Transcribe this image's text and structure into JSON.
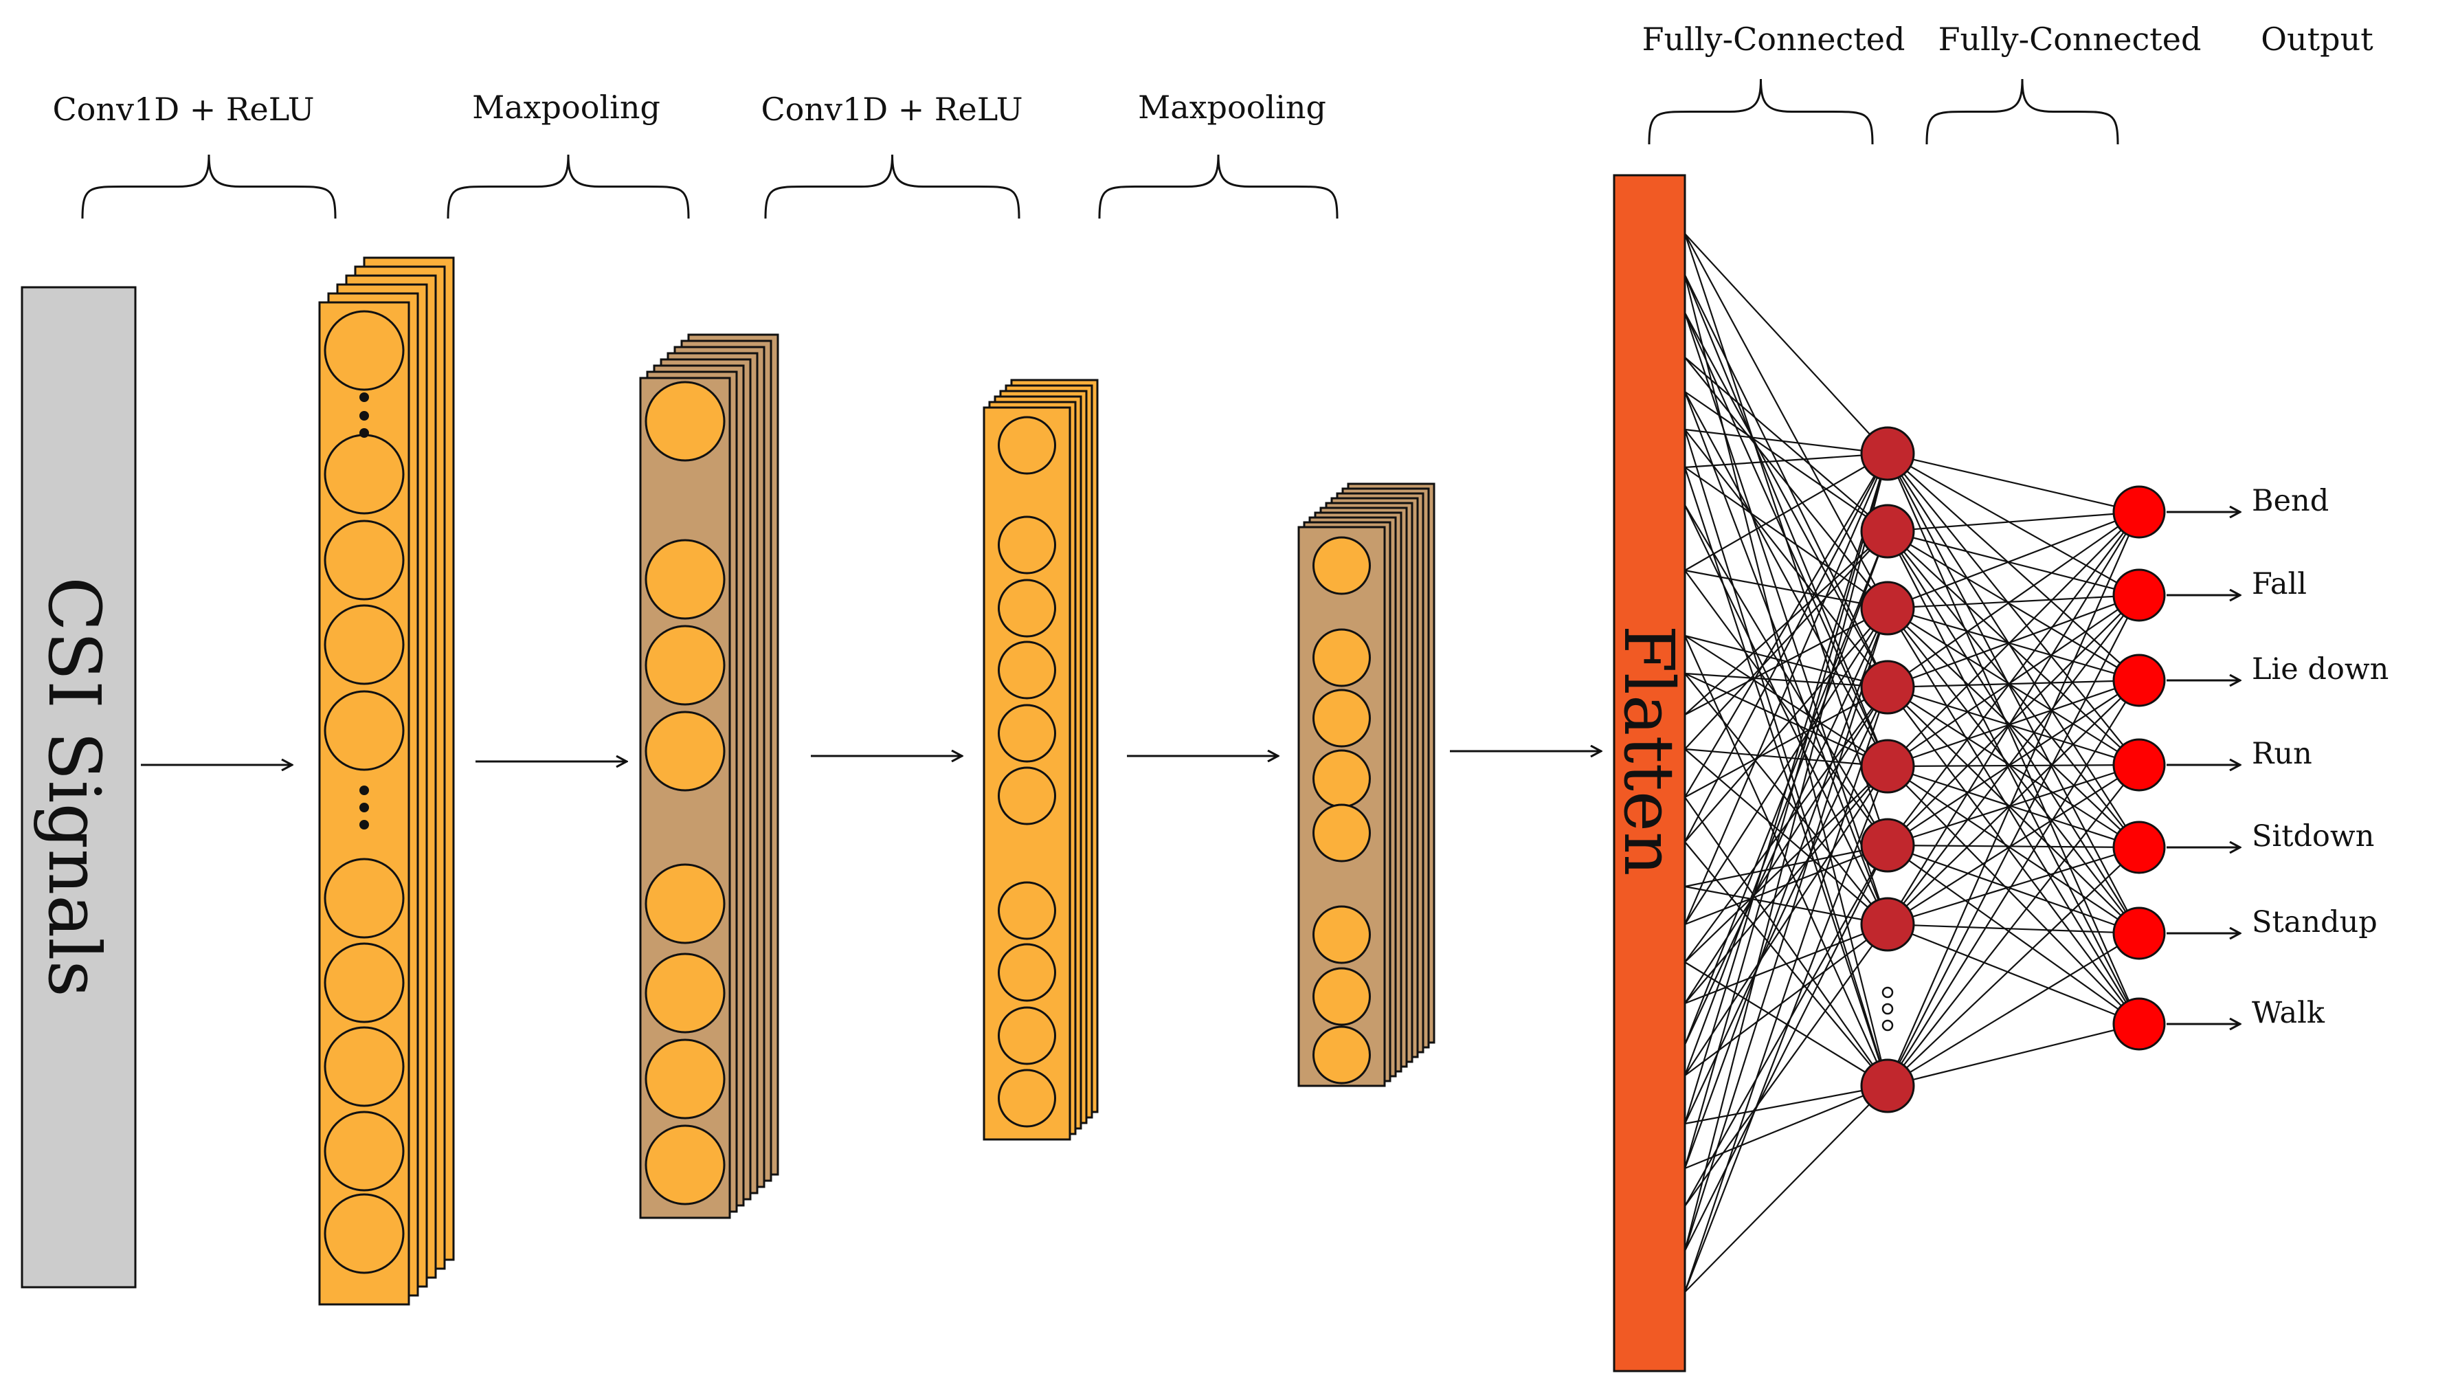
{
  "labels": {
    "conv1": "Conv1D +  ReLU",
    "pool1": "Maxpooling",
    "conv2": "Conv1D + ReLU",
    "pool2": "Maxpooling",
    "fc1": "Fully-Connected",
    "fc2": "Fully-Connected",
    "output": "Output"
  },
  "input_label": "CSI Signals",
  "flatten_label": "Flatten",
  "outputs": [
    "Bend",
    "Fall",
    "Lie down",
    "Run",
    "Sitdown",
    "Standup",
    "Walk"
  ],
  "colors": {
    "input_bar": "#cccccc",
    "conv_layer": "#fbb03b",
    "pool_layer": "#c69c6d",
    "neuron": "#fbb03b",
    "flatten_bar": "#f15a24",
    "hidden_node": "#c1272d",
    "output_node": "#ff0000",
    "stroke": "#111111"
  }
}
